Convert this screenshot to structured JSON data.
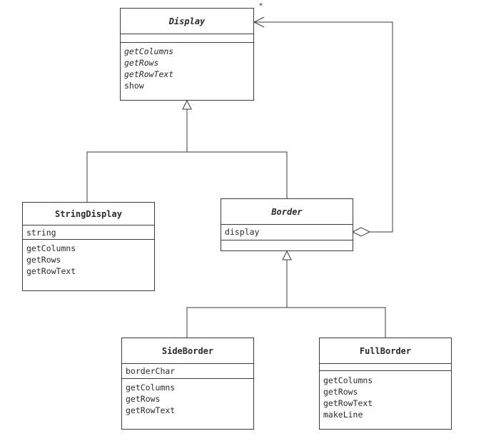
{
  "multiplicity": "*",
  "classes": {
    "display": {
      "name": "Display",
      "attributes": [],
      "operations": [
        {
          "label": "getColumns",
          "abstract": true
        },
        {
          "label": "getRows",
          "abstract": true
        },
        {
          "label": "getRowText",
          "abstract": true
        },
        {
          "label": "show",
          "abstract": false
        }
      ]
    },
    "string_display": {
      "name": "StringDisplay",
      "attributes": [
        "string"
      ],
      "operations": [
        "getColumns",
        "getRows",
        "getRowText"
      ]
    },
    "border": {
      "name": "Border",
      "attributes": [
        "display"
      ],
      "operations": []
    },
    "side_border": {
      "name": "SideBorder",
      "attributes": [
        "borderChar"
      ],
      "operations": [
        "getColumns",
        "getRows",
        "getRowText"
      ]
    },
    "full_border": {
      "name": "FullBorder",
      "attributes": [],
      "operations": [
        "getColumns",
        "getRows",
        "getRowText",
        "makeLine"
      ]
    }
  }
}
